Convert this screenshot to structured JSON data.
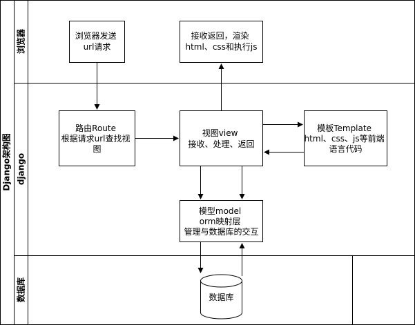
{
  "pool": {
    "title": "Django架构图"
  },
  "lanes": {
    "browser": "浏览器",
    "django": "django",
    "database": "数据库"
  },
  "nodes": {
    "browser_send": [
      "浏览器发送",
      "url请求"
    ],
    "browser_receive": [
      "接收返回，渲染",
      "html、css和执行js"
    ],
    "route": [
      "路由Route",
      "根据请求url查找视",
      "图"
    ],
    "view": [
      "视图view",
      "接收、处理、返回"
    ],
    "template": [
      "模板Template",
      "html、css、js等前端",
      "语言代码"
    ],
    "model": [
      "模型model",
      "orm映射层",
      "管理与数据库的交互"
    ],
    "db": "数据库"
  },
  "colors": {
    "stroke": "#000000",
    "fill": "#ffffff",
    "text": "#000000"
  }
}
